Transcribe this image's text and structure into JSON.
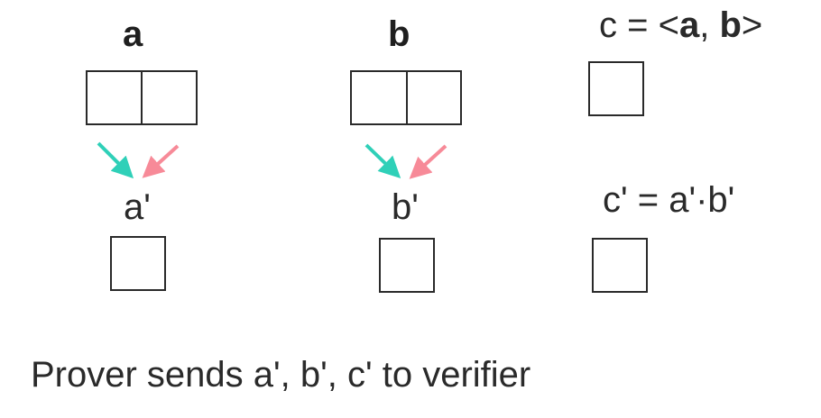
{
  "vectors": {
    "a": {
      "label": "a",
      "prime": "a'"
    },
    "b": {
      "label": "b",
      "prime": "b'"
    }
  },
  "c": {
    "prefix": "c = <",
    "a": "a",
    "comma": ", ",
    "b": "b",
    "suffix": ">",
    "prime_formula": "c' = a'·b'"
  },
  "caption": "Prover sends a', b', c' to verifier",
  "colors": {
    "arrow_left": "#2fd0b8",
    "arrow_right": "#f78a98",
    "stroke": "#2a2a2a"
  }
}
